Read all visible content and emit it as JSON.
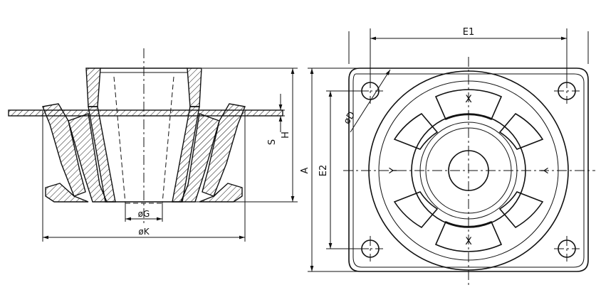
{
  "labels": {
    "dia_g": "øG",
    "dia_k": "øK",
    "s": "S",
    "h": "H",
    "a": "A",
    "e1": "E1",
    "e2": "E2",
    "dia_d": "øD",
    "x_top": "X",
    "x_bottom": "X",
    "y_left": "Y",
    "y_right": "Y"
  }
}
